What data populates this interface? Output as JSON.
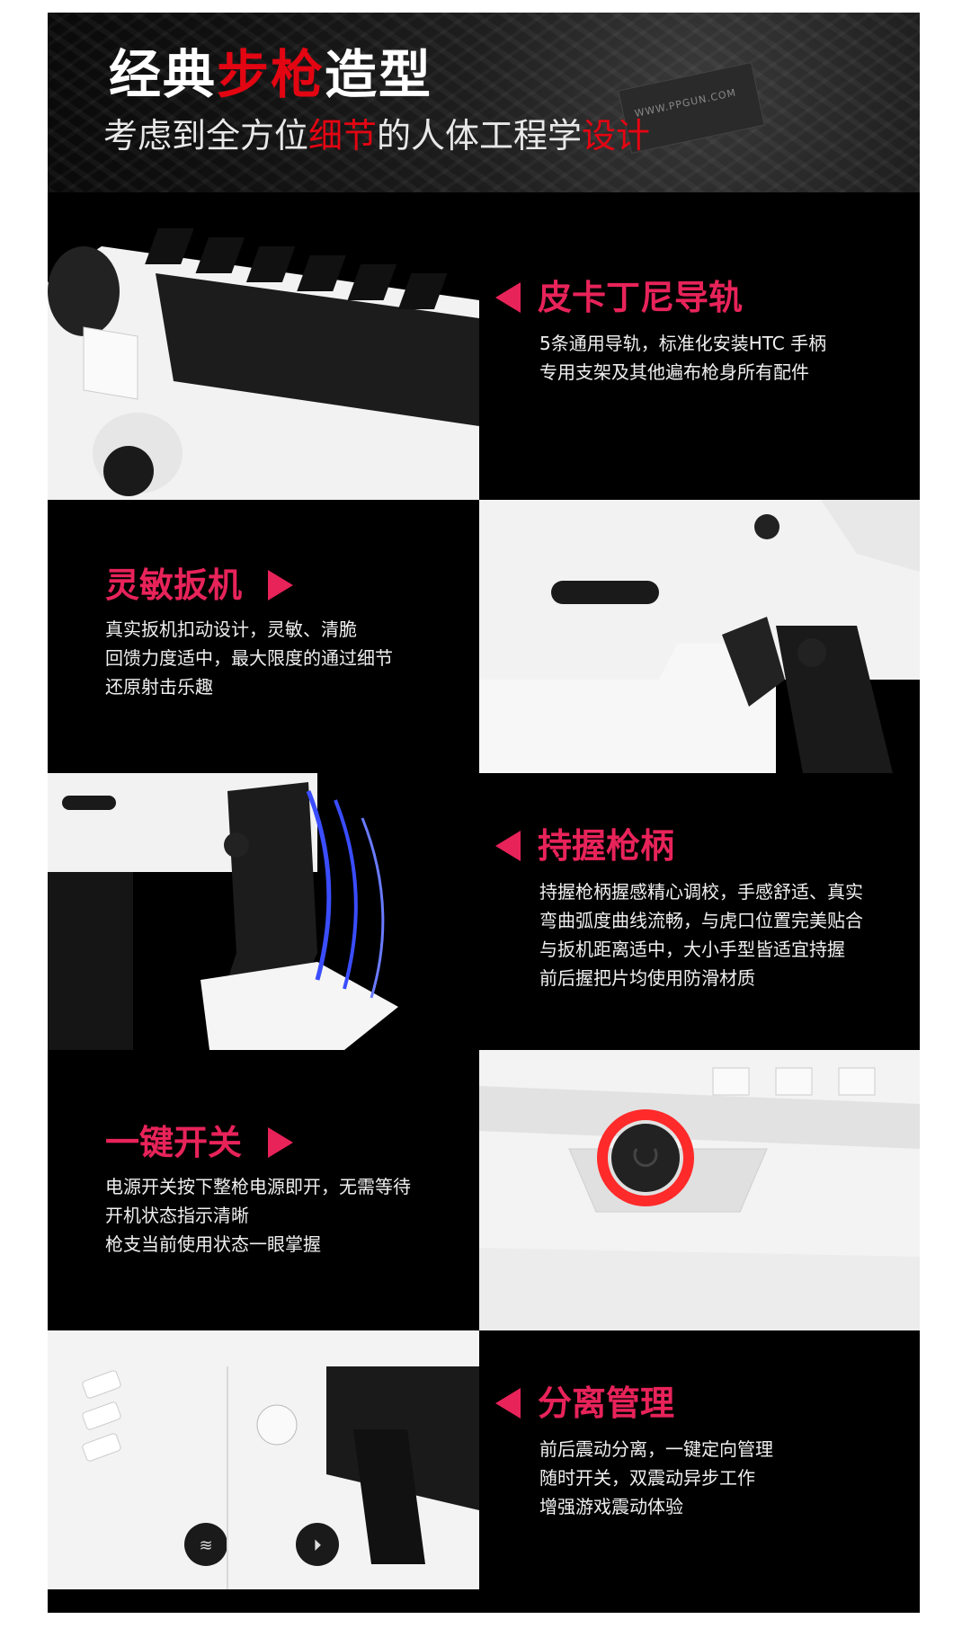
{
  "header": {
    "title_part1": "经典",
    "title_highlight": "步枪",
    "title_part2": "造型",
    "subtitle_part1": "考虑到全方位",
    "subtitle_hl1": "细节",
    "subtitle_part2": "的人体工程学",
    "subtitle_hl2": "设计",
    "patch_text": "WWW.PPGUN.COM"
  },
  "features": [
    {
      "title": "皮卡丁尼导轨",
      "lines": [
        "5条通用导轨，标准化安装HTC 手柄",
        "专用支架及其他遍布枪身所有配件"
      ]
    },
    {
      "title": "灵敏扳机",
      "lines": [
        "真实扳机扣动设计，灵敏、清脆",
        "回馈力度适中，最大限度的通过细节",
        "还原射击乐趣"
      ]
    },
    {
      "title": "持握枪柄",
      "lines": [
        "持握枪柄握感精心调校，手感舒适、真实",
        "弯曲弧度曲线流畅，与虎口位置完美贴合",
        "与扳机距离适中，大小手型皆适宜持握",
        "前后握把片均使用防滑材质"
      ]
    },
    {
      "title": "一键开关",
      "lines": [
        "电源开关按下整枪电源即开，无需等待",
        "开机状态指示清晰",
        "枪支当前使用状态一眼掌握"
      ]
    },
    {
      "title": "分离管理",
      "lines": [
        "前后震动分离，一键定向管理",
        "随时开关，双震动异步工作",
        "增强游戏震动体验"
      ]
    }
  ],
  "colors": {
    "accent_pink": "#e8235a",
    "accent_red": "#e30512",
    "background": "#000000"
  }
}
